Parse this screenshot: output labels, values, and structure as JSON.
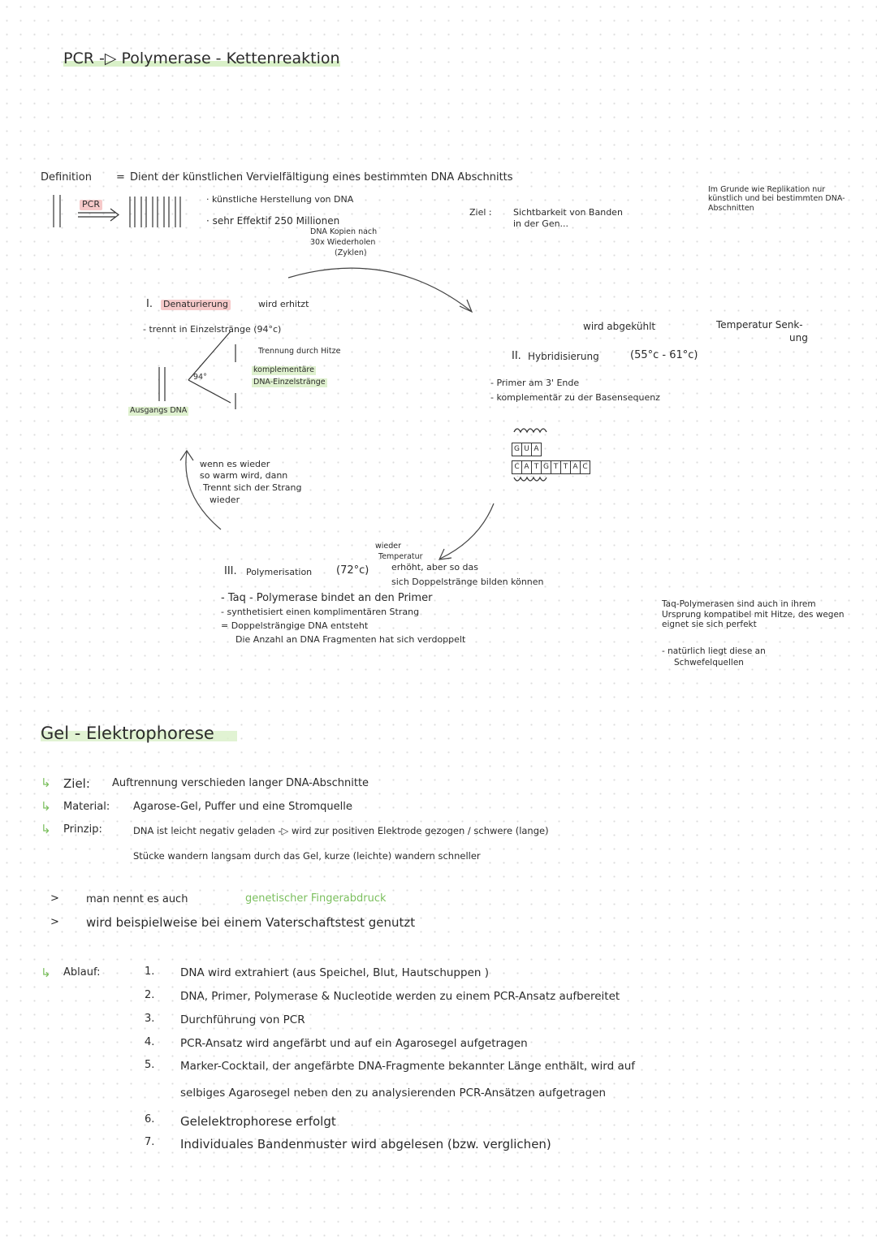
{
  "pcr": {
    "title": "PCR -▷ Polymerase - Kettenreaktion",
    "definition_label": "Definition",
    "definition_eq": "=",
    "definition_text": "Dient der künstlichen Vervielfältigung eines bestimmten DNA Abschnitts",
    "pcr_label": "PCR",
    "bullet1": "· künstliche Herstellung von DNA",
    "bullet2": "· sehr Effektif 250 Millionen",
    "bullet2_sub1": "DNA Kopien nach",
    "bullet2_sub2": "30x Wiederholen",
    "bullet2_sub3": "(Zyklen)",
    "ziel_label": "Ziel :",
    "ziel_text_1": "Sichtbarkeit von Banden",
    "ziel_text_2": "in der Gen...",
    "note_replikation": "Im Grunde wie Replikation nur künstlich und bei bestimmten DNA-Abschnitten",
    "step1": {
      "numeral": "I.",
      "name": "Denaturierung",
      "note": "wird erhitzt",
      "line1": "- trennt in Einzelstränge (94°c)",
      "trennung": "Trennung durch Hitze",
      "komplementaer_1": "komplementäre",
      "komplementaer_2": "DNA-Einzelstränge",
      "temp": "94°",
      "ausgangs": "Ausgangs DNA",
      "loop_1": "wenn es wieder",
      "loop_2": "so warm wird, dann",
      "loop_3": "Trennt sich der Strang",
      "loop_4": "wieder"
    },
    "step2": {
      "cooling": "wird abgekühlt",
      "temp_note_1": "Temperatur Senk-",
      "temp_note_2": "ung",
      "numeral": "II.",
      "name": "Hybridisierung",
      "temp": "(55°c - 61°c)",
      "line1": "- Primer am 3' Ende",
      "line2": "- komplementär zu der Basensequenz",
      "primer_bases": [
        "G",
        "U",
        "A"
      ],
      "strand_bases": [
        "C",
        "A",
        "T",
        "G",
        "T",
        "T",
        "A",
        "C"
      ]
    },
    "step3": {
      "wieder_1": "wieder",
      "wieder_2": "Temperatur",
      "numeral": "III.",
      "name": "Polymerisation",
      "temp": "(72°c)",
      "erhoeht": "erhöht, aber so das",
      "erhoeht_2": "sich Doppelstränge bilden können",
      "line1": "- Taq - Polymerase bindet an den Primer",
      "line2": "- synthetisiert einen komplimentären Strang",
      "line3": "= Doppelsträngige DNA entsteht",
      "line4": "Die Anzahl an DNA Fragmenten hat sich verdoppelt"
    },
    "taq_note": "Taq-Polymerasen sind auch in ihrem Ursprung kompatibel mit Hitze, des wegen eignet sie sich perfekt",
    "taq_note_2": "- natürlich liegt diese an Schwefelquellen"
  },
  "gel": {
    "title": "Gel - Elektrophorese",
    "ziel_label": "Ziel:",
    "ziel_text": "Auftrennung verschieden langer DNA-Abschnitte",
    "material_label": "Material:",
    "material_text": "Agarose-Gel, Puffer und eine Stromquelle",
    "prinzip_label": "Prinzip:",
    "prinzip_text_1": "DNA ist leicht negativ geladen -▷ wird zur positiven Elektrode gezogen / schwere (lange)",
    "prinzip_text_2": "Stücke wandern langsam durch das Gel, kurze (leichte) wandern schneller",
    "arrow_1": ">",
    "note_1_prefix": "man nennt es auch",
    "note_1_green": "genetischer Fingerabdruck",
    "arrow_2": ">",
    "note_2": "wird beispielweise bei einem Vaterschaftstest genutzt",
    "ablauf_label": "Ablauf:",
    "steps": [
      {
        "num": "1.",
        "text": "DNA wird extrahiert (aus Speichel, Blut, Hautschuppen )"
      },
      {
        "num": "2.",
        "text": "DNA, Primer, Polymerase & Nucleotide werden zu einem PCR-Ansatz aufbereitet"
      },
      {
        "num": "3.",
        "text": "Durchführung von PCR"
      },
      {
        "num": "4.",
        "text": "PCR-Ansatz wird angefärbt und auf ein Agarosegel aufgetragen"
      },
      {
        "num": "5.",
        "text": "Marker-Cocktail, der angefärbte DNA-Fragmente bekannter Länge enthält, wird auf"
      },
      {
        "num": "",
        "text": "selbiges Agarosegel neben den zu analysierenden PCR-Ansätzen aufgetragen"
      },
      {
        "num": "6.",
        "text": "Gelelektrophorese erfolgt"
      },
      {
        "num": "7.",
        "text": "Individuales Bandenmuster wird abgelesen (bzw. verglichen)"
      }
    ]
  }
}
